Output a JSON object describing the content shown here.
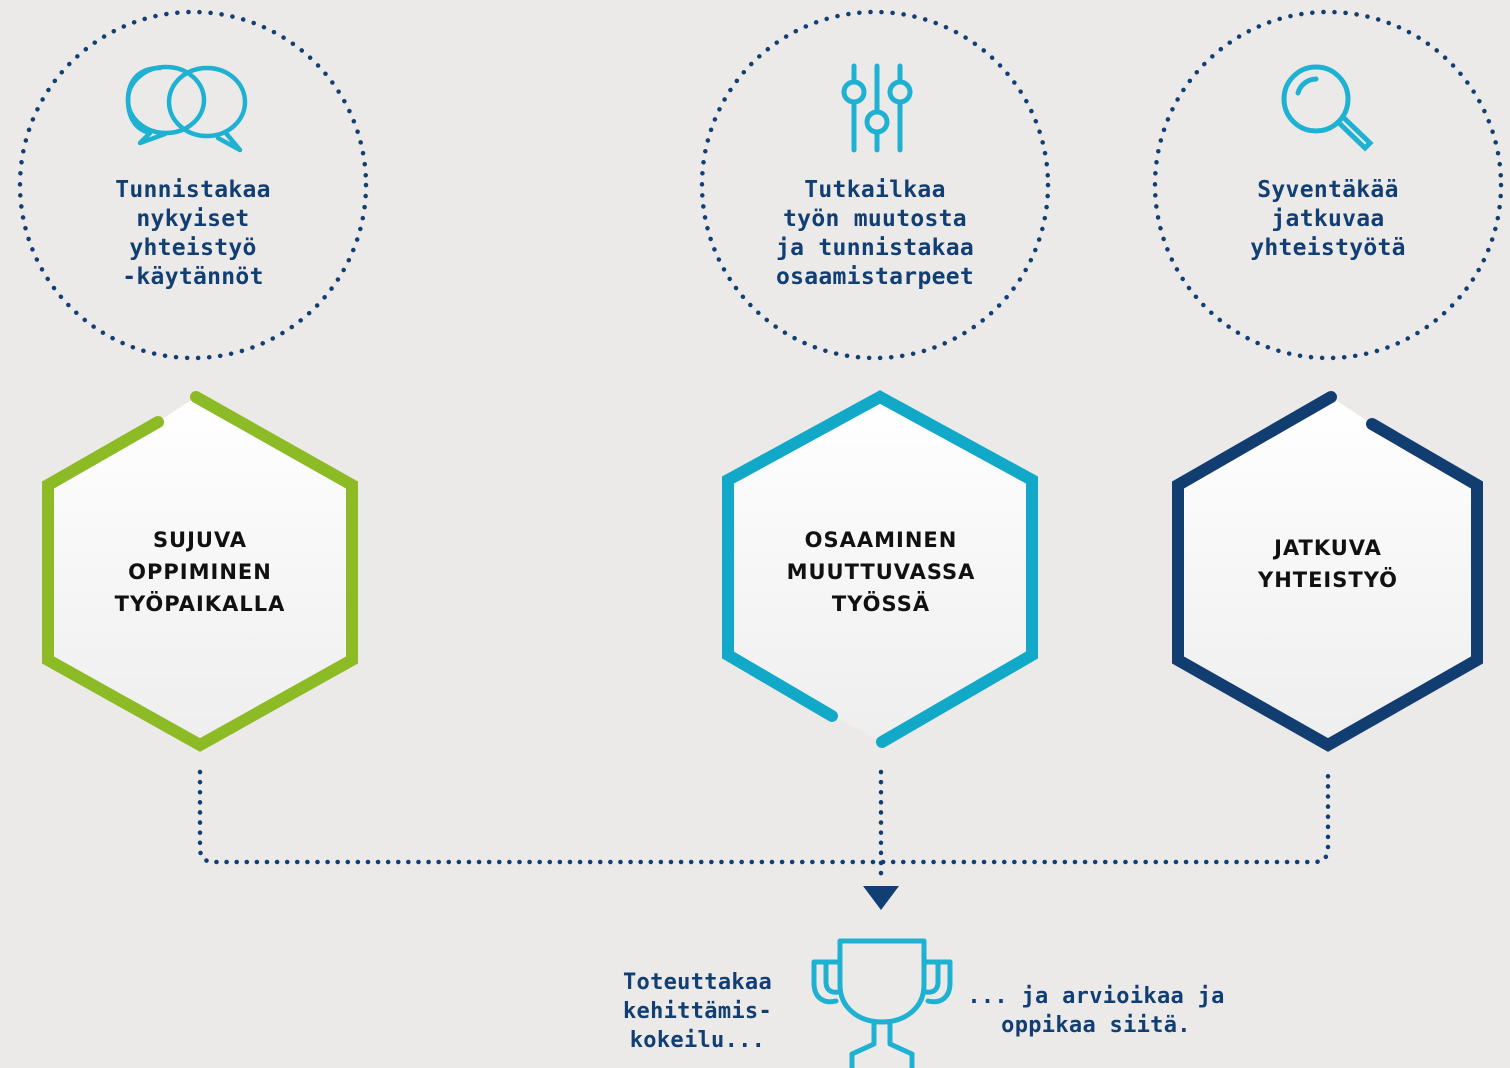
{
  "colors": {
    "background": "#eceae8",
    "dots": "#123f73",
    "icon": "#1fb1d1",
    "green": "#8dbb25",
    "cyan": "#12a9c9",
    "navy": "#123d70",
    "hex_fill": "#f6f6f6"
  },
  "steps": [
    {
      "icon": "speech-bubbles-icon",
      "circle_text": "Tunnistakaa\nnykyiset\nyhteistyö\n-käytännöt",
      "hex_text": "SUJUVA\nOPPIMINEN\nTYÖPAIKALLA",
      "hex_color": "green"
    },
    {
      "icon": "sliders-icon",
      "circle_text": "Tutkailkaa\ntyön muutosta\nja tunnistakaa\nosaamistarpeet",
      "hex_text": "OSAAMINEN\nMUUTTUVASSA\nTYÖSSÄ",
      "hex_color": "cyan"
    },
    {
      "icon": "magnifier-icon",
      "circle_text": "Syventäkää\njatkuvaa\nyhteistyötä",
      "hex_text": "JATKUVA\nYHTEISTYÖ",
      "hex_color": "navy"
    }
  ],
  "outcome": {
    "icon": "trophy-icon",
    "left_text": "Toteuttakaa\nkehittämis-\nkokeilu...",
    "right_text": "... ja arvioikaa ja\noppikaa siitä."
  }
}
